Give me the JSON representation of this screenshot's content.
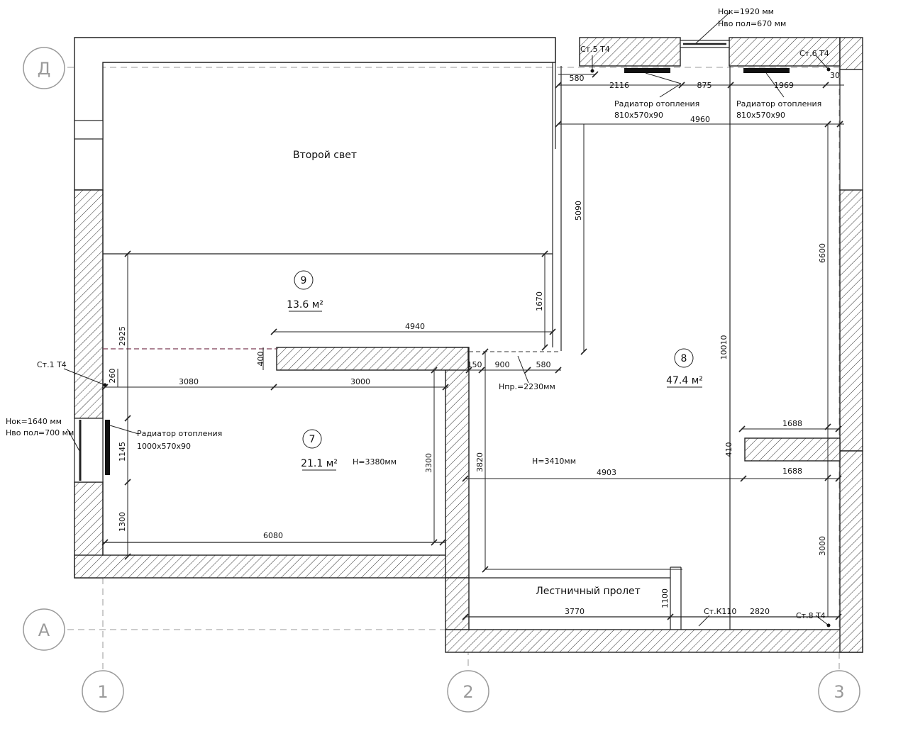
{
  "axes": {
    "d": "Д",
    "a": "А",
    "c1": "1",
    "c2": "2",
    "c3": "3"
  },
  "rooms": {
    "second_light": "Второй свет",
    "r9_num": "9",
    "r9_area": "13.6 м²",
    "r7_num": "7",
    "r7_area": "21.1 м²",
    "r7_height": "H=3380мм",
    "r8_num": "8",
    "r8_area": "47.4 м²",
    "r8_height": "H=3410мм",
    "stair": "Лестничный пролет"
  },
  "notes": {
    "win_top_1": "Hок=1920 мм",
    "win_top_2": "Hвo пол=670 мм",
    "win_left_1": "Hок=1640 мм",
    "win_left_2": "Hвo пол=700 мм",
    "st5": "Ст.5 Т4",
    "st6": "Ст.6 Т4",
    "st1": "Ст.1 Т4",
    "st8": "Ст.8 Т4",
    "stk": "Ст.К110",
    "rad_a": "Радиатор отопления",
    "rad_a_size": "810x570x90",
    "rad_b": "Радиатор отопления",
    "rad_b_size": "810x570x90",
    "rad_c": "Радиатор отопления",
    "rad_c_size": "1000x570x90",
    "opening": "Hпр.=2230мм"
  },
  "dims": {
    "d580_top": "580",
    "d2116": "2116",
    "d875": "875",
    "d1969": "1969",
    "d30": "30",
    "d4960": "4960",
    "d5090": "5090",
    "d6600": "6600",
    "d10010": "10010",
    "d1670": "1670",
    "d4940": "4940",
    "d2925": "2925",
    "d400": "400",
    "d260": "260",
    "d3080": "3080",
    "d3000_a": "3000",
    "d1145": "1145",
    "d3300": "3300",
    "d1300": "1300",
    "d6080": "6080",
    "d150": "150",
    "d900": "900",
    "d580_mid": "580",
    "d3820": "3820",
    "d4903": "4903",
    "d1688_a": "1688",
    "d1688_b": "1688",
    "d410": "410",
    "d3000_b": "3000",
    "d1100": "1100",
    "d3770": "3770",
    "d2820": "2820"
  }
}
